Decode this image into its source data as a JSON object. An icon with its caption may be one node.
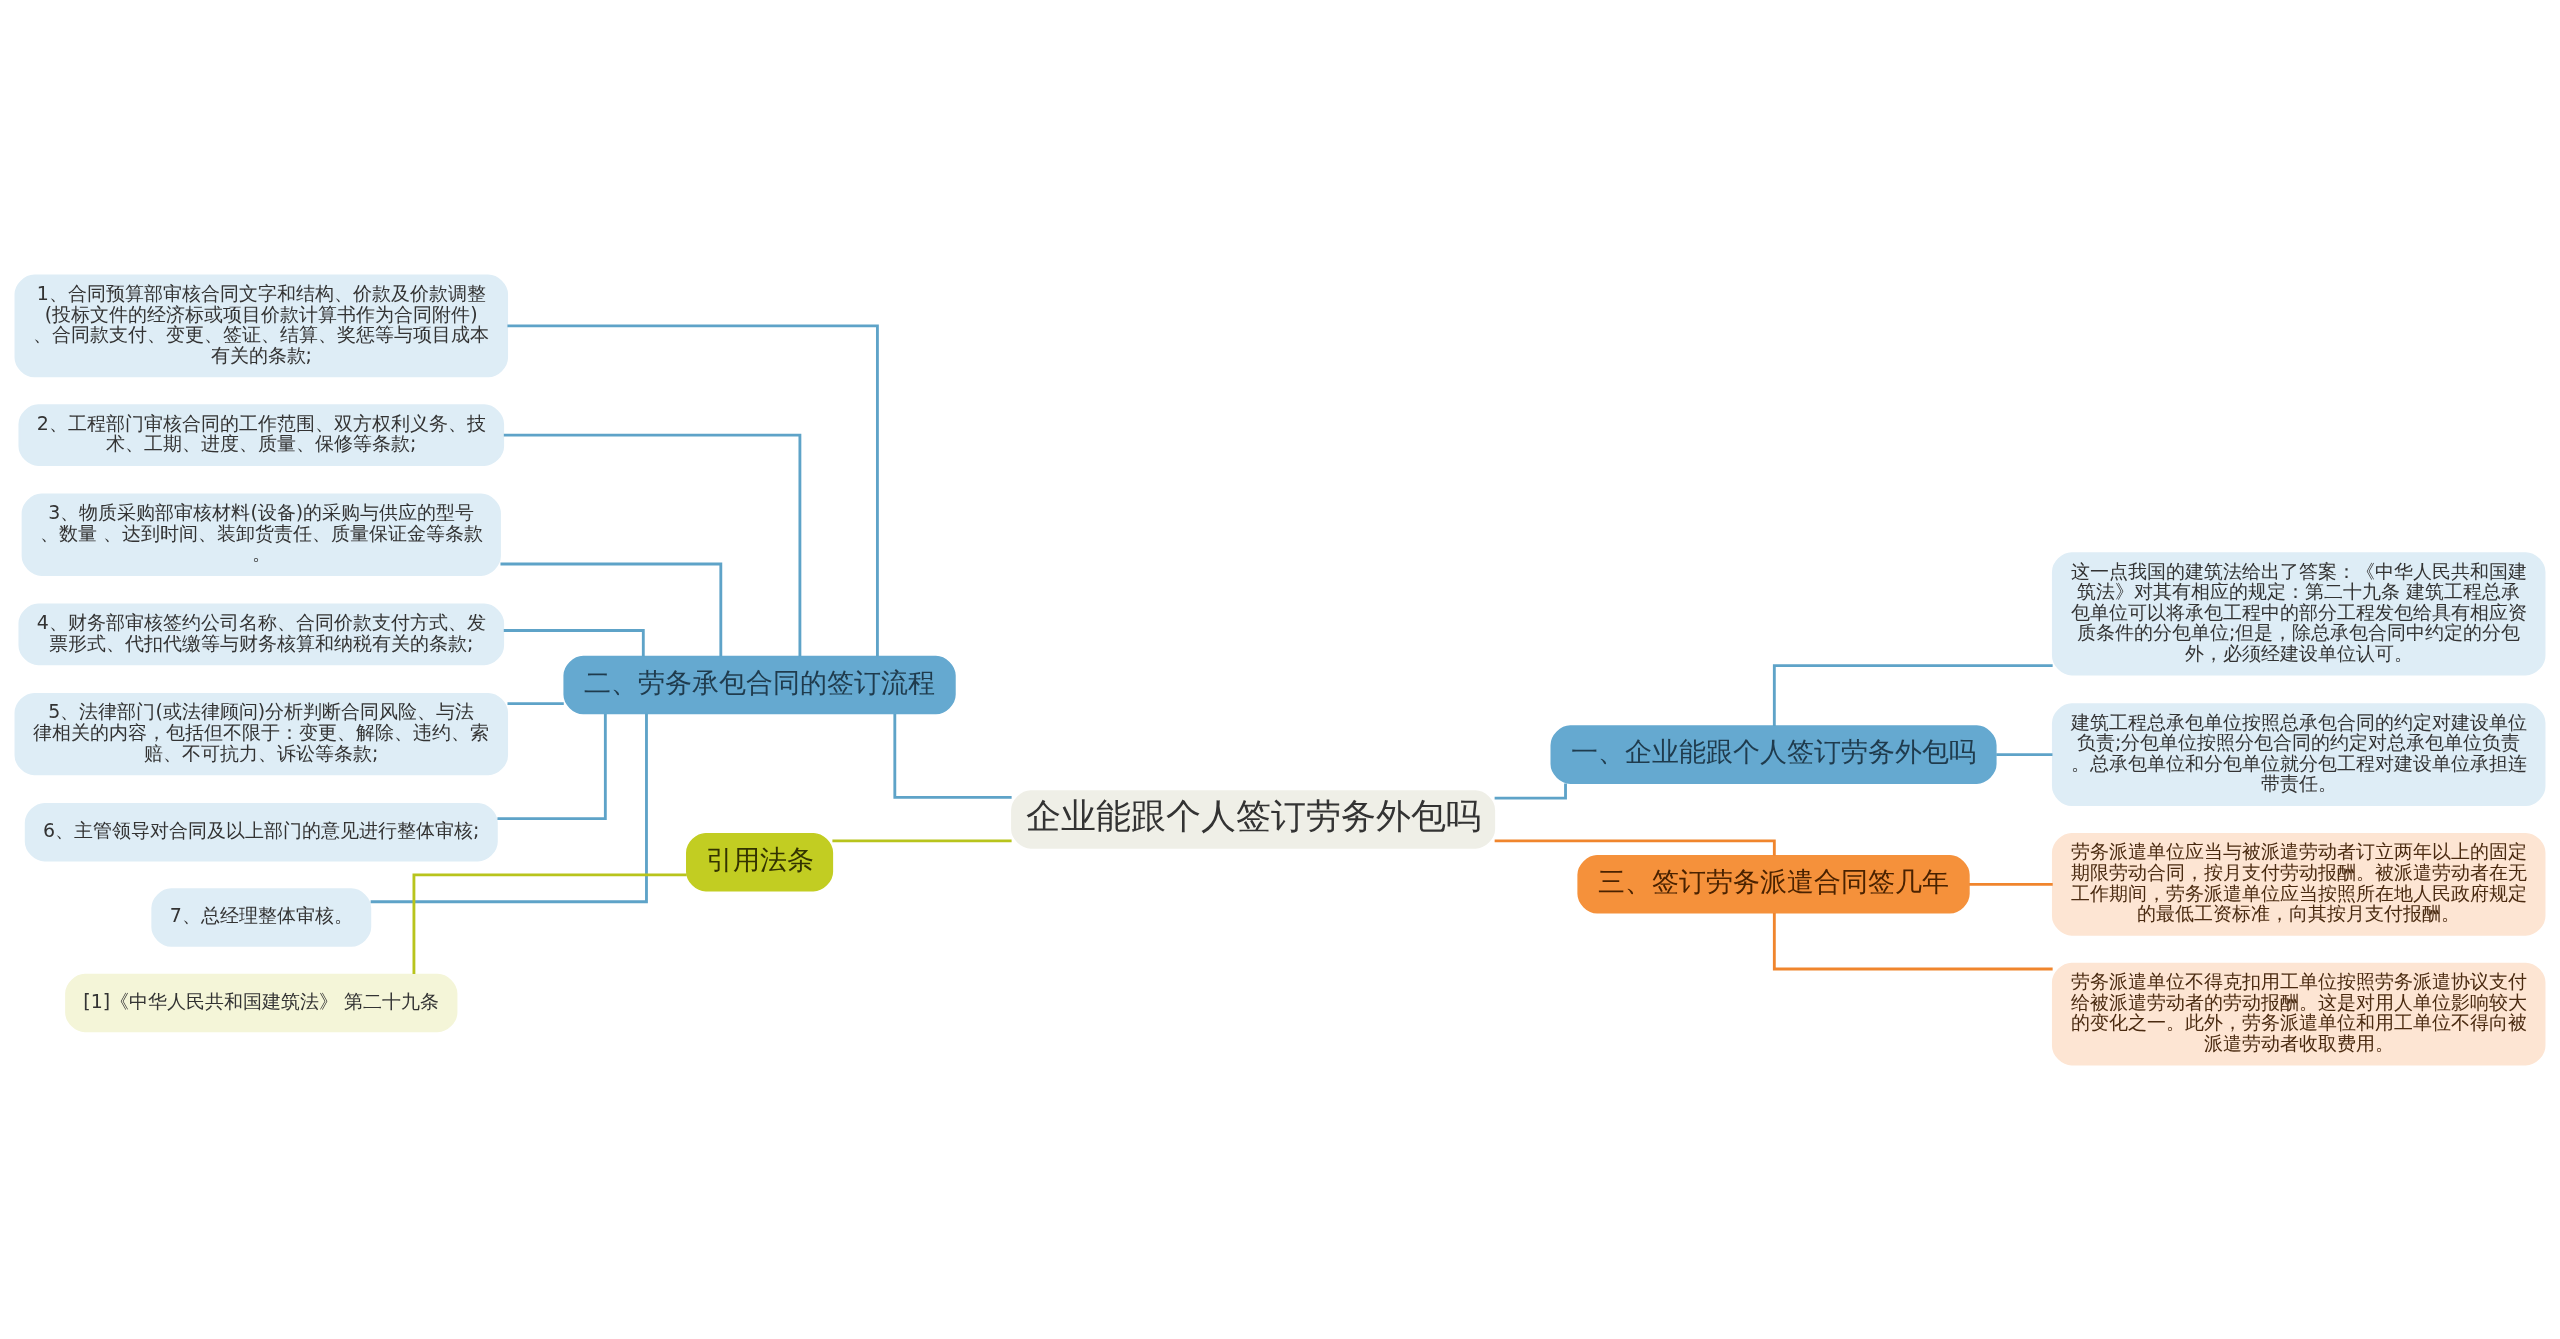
{
  "diagram": {
    "nodes": [
      {
        "text": [
          "企业能跟个人签订劳务外包吗"
        ]
      },
      {
        "text": [
          "二、劳务承包合同的签订流程"
        ]
      },
      {
        "text": [
          "1、合同预算部审核合同文字和结构、价款及价款调整(投标文件的经济标或项目价款计算书作为合同附件)、合同款支付、变更、签证、结算、奖惩等与项目成本有关的条款;"
        ]
      },
      {
        "text": [
          "2、工程部门审核合同的工作范围、双方权利义务、技术、工期、进度、质量、保修等条款;"
        ]
      },
      {
        "text": [
          "3、物质采购部审核材料(设备)的采购与供应的型号、数量 、达到时间、装卸货责任、质量保证金等条款。"
        ]
      },
      {
        "text": [
          "4、财务部审核签约公司名称、合同价款支付方式、发票形式、代扣代缴等与财务核算和纳税有关的条款;"
        ]
      },
      {
        "text": [
          "5、法律部门(或法律顾问)分析判断合同风险、与法律相关的内容，包括但不限于：变更、解除、违约、索赔、不可抗力、诉讼等条款;"
        ]
      },
      {
        "text": [
          "6、主管领导对合同及以上部门的意见进行整体审核;"
        ]
      },
      {
        "text": [
          "7、总经理整体审核。"
        ]
      },
      {
        "text": [
          "引用法条"
        ]
      },
      {
        "text": [
          "[1]《中华人民共和国建筑法》 第二十九条"
        ]
      },
      {
        "text": [
          "一、企业能跟个人签订劳务外包吗"
        ]
      },
      {
        "text": [
          "这一点我国的建筑法给出了答案：《中华人民共和国建筑法》对其有相应的规定：第二十九条 建筑工程总承包单位可以将承包工程中的部分工程发包给具有相应资质条件的分包单位;但是，除总承包合同中约定的分包外，必须经建设单位认可。"
        ]
      },
      {
        "text": [
          "建筑工程总承包单位按照总承包合同的约定对建设单位负责;分包单位按照分包合同的约定对总承包单位负责。总承包单位和分包单位就分包工程对建设单位承担连带责任。"
        ]
      },
      {
        "text": [
          "三、签订劳务派遣合同签几年"
        ]
      },
      {
        "text": [
          "劳务派遣单位应当与被派遣劳动者订立两年以上的固定期限劳动合同，按月支付劳动报酬。被派遣劳动者在无工作期间，劳务派遣单位应当按照所在地人民政府规定的最低工资标准，向其按月支付报酬。"
        ]
      },
      {
        "text": [
          "劳务派遣单位不得克扣用工单位按照劳务派遣协议支付给被派遣劳动者的劳动报酬。这是对用人单位影响较大的变化之一。此外，劳务派遣单位和用工单位不得向被派遣劳动者收取费用。"
        ]
      }
    ],
    "edges": [
      {
        "from": 0,
        "to": 1,
        "arrow": "none"
      },
      {
        "from": 1,
        "to": 2,
        "arrow": "none"
      },
      {
        "from": 1,
        "to": 3,
        "arrow": "none"
      },
      {
        "from": 1,
        "to": 4,
        "arrow": "none"
      },
      {
        "from": 1,
        "to": 5,
        "arrow": "none"
      },
      {
        "from": 1,
        "to": 6,
        "arrow": "none"
      },
      {
        "from": 1,
        "to": 7,
        "arrow": "none"
      },
      {
        "from": 1,
        "to": 8,
        "arrow": "none"
      },
      {
        "from": 0,
        "to": 9,
        "arrow": "none",
        "color": "#b8c41c"
      },
      {
        "from": 9,
        "to": 10,
        "arrow": "none",
        "color": "#b8c41c"
      },
      {
        "from": 0,
        "to": 11,
        "arrow": "none"
      },
      {
        "from": 11,
        "to": 12,
        "arrow": "none"
      },
      {
        "from": 11,
        "to": 13,
        "arrow": "none"
      },
      {
        "from": 0,
        "to": 14,
        "arrow": "none",
        "color": "#f0852d"
      },
      {
        "from": 14,
        "to": 15,
        "arrow": "none",
        "color": "#f0852d"
      },
      {
        "from": 14,
        "to": 16,
        "arrow": "none",
        "color": "#f0852d"
      }
    ]
  }
}
